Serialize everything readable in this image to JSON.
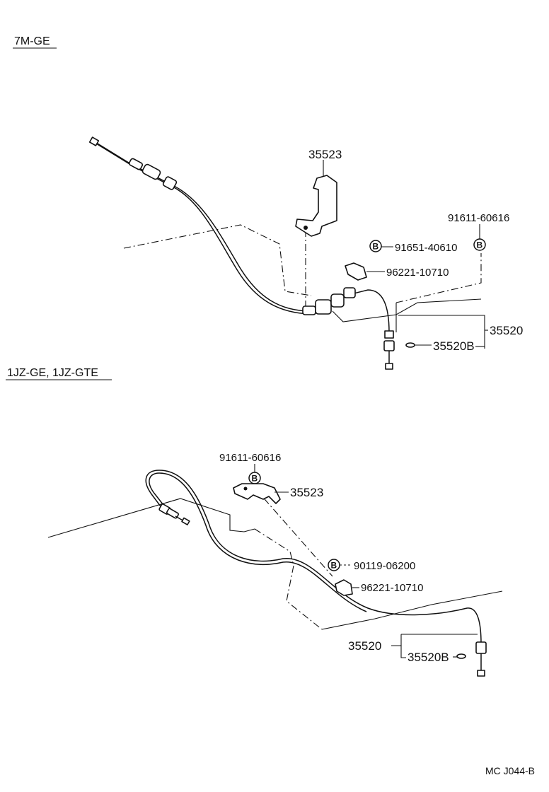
{
  "sections": [
    {
      "header": "7M-GE",
      "callouts": {
        "bracket": "35523",
        "clip_bolt_a": "91611-60616",
        "bolt_b": "91651-40610",
        "clamp": "96221-10710",
        "cable_assy": "35520",
        "cable_sub": "35520B",
        "badge": "B"
      }
    },
    {
      "header": "1JZ-GE, 1JZ-GTE",
      "callouts": {
        "bolt": "91611-60616",
        "badge": "B",
        "bracket": "35523",
        "bolt_c": "90119-06200",
        "clamp": "96221-10710",
        "cable_assy": "35520",
        "cable_sub": "35520B"
      }
    }
  ],
  "diagram_code": "MC J044-B"
}
